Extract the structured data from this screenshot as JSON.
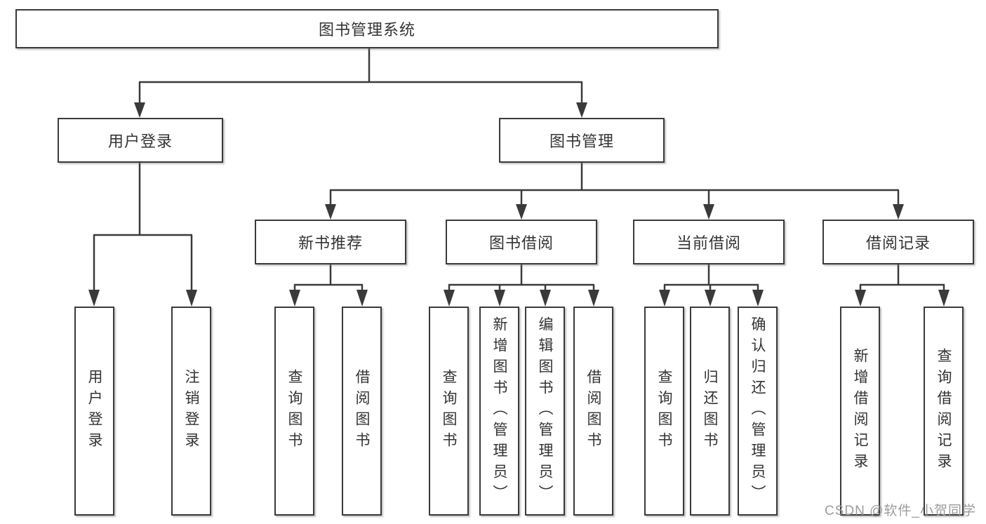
{
  "diagram": {
    "root_label": "图书管理系统",
    "level2": {
      "user_login": "用户登录",
      "book_mgmt": "图书管理"
    },
    "level3": {
      "new_books": "新书推荐",
      "book_borrow": "图书借阅",
      "current_borrow": "当前借阅",
      "borrow_records": "借阅记录"
    },
    "leaves": {
      "user_login": [
        "用户登录",
        "注销登录"
      ],
      "new_books": [
        "查询图书",
        "借阅图书"
      ],
      "book_borrow": [
        "查询图书",
        "新增图书（管理员）",
        "编辑图书（管理员）",
        "借阅图书"
      ],
      "current_borrow": [
        "查询图书",
        "归还图书",
        "确认归还（管理员）"
      ],
      "borrow_records": [
        "新增借阅记录",
        "查询借阅记录"
      ]
    }
  },
  "watermark": "CSDN @软件_小贺同学",
  "colors": {
    "line": "#3a3a3a",
    "text": "#333333",
    "watermark": "#9b9b9b",
    "background": "#ffffff"
  }
}
